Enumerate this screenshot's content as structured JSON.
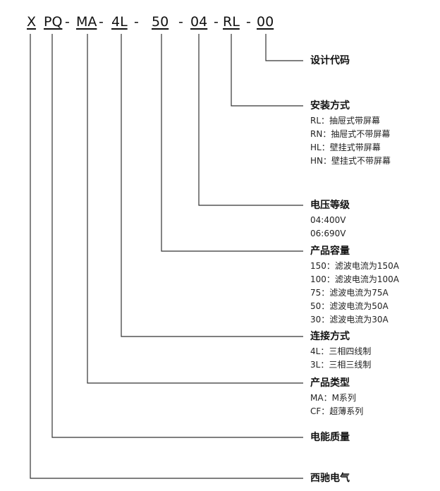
{
  "code": {
    "segments": [
      "X",
      "PQ",
      "MA",
      "4L",
      "50",
      "04",
      "RL",
      "00"
    ],
    "dash": "-"
  },
  "sections": {
    "design": {
      "title": "设计代码",
      "lines": []
    },
    "install": {
      "title": "安装方式",
      "lines": [
        "RL：抽屉式带屏幕",
        "RN：抽屉式不带屏幕",
        "HL：壁挂式带屏幕",
        "HN：壁挂式不带屏幕"
      ]
    },
    "voltage": {
      "title": "电压等级",
      "lines": [
        "04:400V",
        "06:690V"
      ]
    },
    "capacity": {
      "title": "产品容量",
      "lines": [
        "150：滤波电流为150A",
        "100：滤波电流为100A",
        "75：滤波电流为75A",
        "50：滤波电流为50A",
        "30：滤波电流为30A"
      ]
    },
    "connection": {
      "title": "连接方式",
      "lines": [
        "4L：三相四线制",
        "3L：三相三线制"
      ]
    },
    "type": {
      "title": "产品类型",
      "lines": [
        "MA：M系列",
        "CF：超薄系列"
      ]
    },
    "quality": {
      "title": "电能质量",
      "lines": []
    },
    "brand": {
      "title": "西驰电气",
      "lines": []
    }
  }
}
